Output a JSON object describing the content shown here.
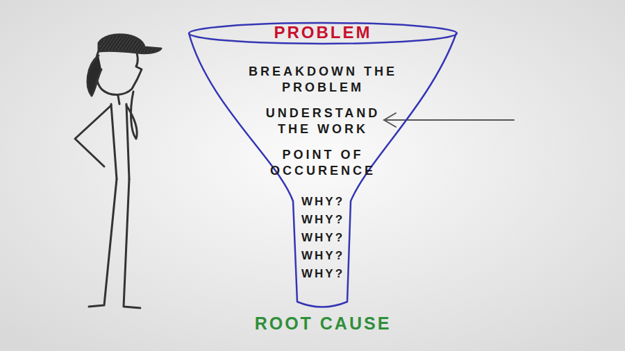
{
  "diagram": {
    "nodes": [
      {
        "text": [
          "PROBLEM",
          "BREAKDOWN THE PROBLEM",
          "UNDERSTAND THE WORK",
          "POINT OF OCCURENCE",
          "WHY?",
          "WHY?",
          "WHY?",
          "WHY?",
          "WHY?",
          "ROOT CAUSE"
        ]
      }
    ]
  }
}
